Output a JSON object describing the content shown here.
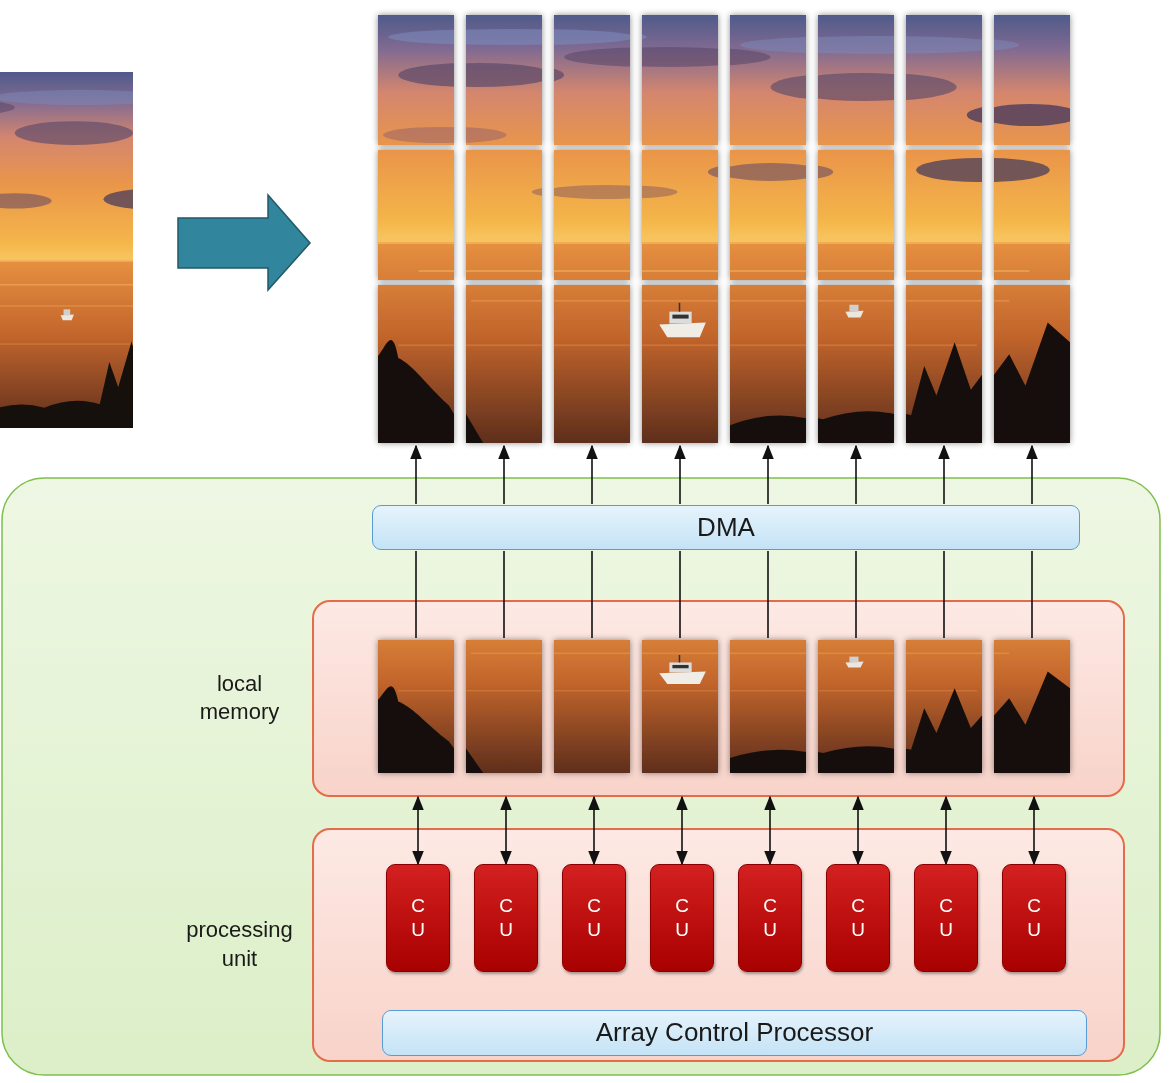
{
  "diagram": {
    "nodes": [
      {
        "text": [
          "DMA"
        ]
      },
      {
        "text": [
          "local memory"
        ]
      },
      {
        "text": [
          "processing unit"
        ]
      },
      {
        "text": [
          "C U"
        ],
        "in": 2
      },
      {
        "text": [
          "C U"
        ],
        "in": 2
      },
      {
        "text": [
          "C U"
        ],
        "in": 2
      },
      {
        "text": [
          "C U"
        ],
        "in": 2
      },
      {
        "text": [
          "C U"
        ],
        "in": 2
      },
      {
        "text": [
          "C U"
        ],
        "in": 2
      },
      {
        "text": [
          "C U"
        ],
        "in": 2
      },
      {
        "text": [
          "C U"
        ],
        "in": 2
      },
      {
        "text": [
          "Array Control Processor"
        ],
        "in": 2
      }
    ],
    "edges": [
      {
        "from": 1,
        "to": 3,
        "arrow": "both"
      },
      {
        "from": 1,
        "to": 4,
        "arrow": "both"
      },
      {
        "from": 1,
        "to": 5,
        "arrow": "both"
      },
      {
        "from": 1,
        "to": 6,
        "arrow": "both"
      },
      {
        "from": 1,
        "to": 7,
        "arrow": "both"
      },
      {
        "from": 1,
        "to": 8,
        "arrow": "both"
      },
      {
        "from": 1,
        "to": 9,
        "arrow": "both"
      },
      {
        "from": 1,
        "to": 10,
        "arrow": "both"
      }
    ]
  }
}
